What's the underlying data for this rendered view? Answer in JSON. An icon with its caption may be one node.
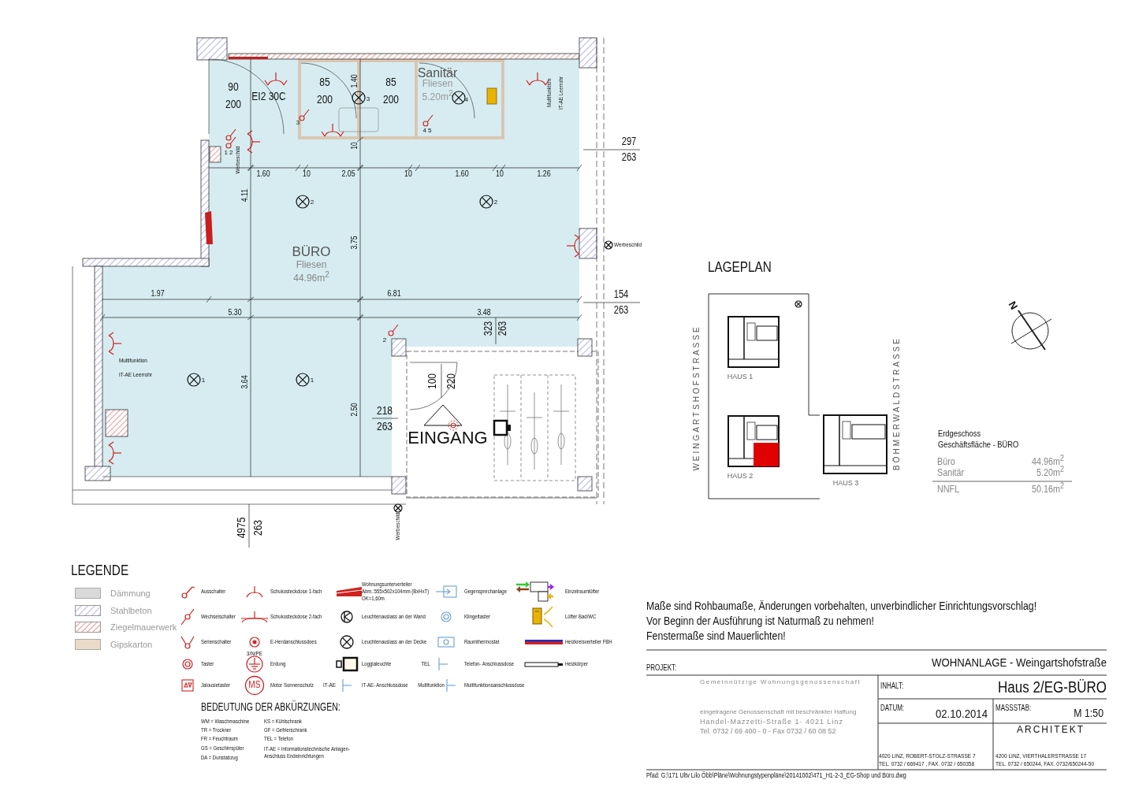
{
  "diagram": {
    "nodes": [
      {
        "text": [
          "BÜRO",
          "Fliesen 44.96m$^{2}$"
        ]
      },
      {
        "text": [
          "Sanitär",
          "Fliesen 5.20m$^{2}$"
        ]
      },
      {
        "text": [
          "EINGANG"
        ]
      },
      {
        "text": [
          "HAUS 1"
        ]
      },
      {
        "text": [
          "HAUS 2"
        ]
      },
      {
        "text": [
          "HAUS 3"
        ]
      }
    ],
    "labels": [
      "90",
      "200",
      "EI2 30C",
      "85",
      "200",
      "1.40",
      "3",
      "85",
      "200",
      "4",
      "3",
      "4 5",
      "1 2",
      "Werbeschild",
      "10",
      "1.60",
      "10",
      "2.05",
      "10",
      "1.60",
      "10",
      "1.26",
      "297",
      "263",
      "4.11",
      "2",
      "2",
      "3.75",
      "Werbeschild",
      "Multifunktion",
      "IT-AE Leerrohr",
      "1.97",
      "6.81",
      "154",
      "5.30",
      "3.48",
      "263",
      "323",
      "263",
      "2",
      "Multifunktion",
      "IT-AE Leerrohr",
      "1",
      "1",
      "3.64",
      "2.50",
      "100",
      "220",
      "218",
      "263",
      "4975",
      "263",
      "Werbeschild",
      "LAGEPLAN",
      "WEINGARTSHOFSTRASSE",
      "BÖHMERWALDSTRASSE",
      "N",
      "Erdgeschoss",
      "Geschäftsfläche - BÜRO",
      "Büro",
      "44.96m$^{2}$",
      "Sanitär",
      "5.20m$^{2}$",
      "NNFL",
      "50.16m$^{2}$",
      "LEGENDE",
      "3/N/PE",
      "TEL",
      "IT-AE",
      "MS",
      "Multifunktion",
      "BEDEUTUNG DER ABKÜRZUNGEN:",
      "WM = Waschmaschine",
      "KS = Kühlschrank",
      "TR = Trockner",
      "GF = Gefrierschrank",
      "FR = Feuchtraum",
      "TEL = Telefon",
      "GS = Geschirrspüler",
      "IT-AE = Informationstechnische Anlagen- Anschluss Endeinrichtungen",
      "DA = Dunstabzug",
      "Maße sind Rohbaumaße, Änderungen vorbehalten, unverbindlicher Einrichtungsvorschlag!",
      "Vor Beginn der Ausführung ist Naturmaß zu nehmen!",
      "Fenstermaße sind Mauerlichten!",
      "PROJEKT:",
      "WOHNANLAGE - Weingartshofstraße",
      "Gemeinnützige Wohnungsgenossenschaft",
      "eingetragene Genossenschaft mit beschränkter Haftung",
      "Handel-Mazzetti-Straße 1· 4021 Linz",
      "Tel. 0732 / 69 400 - 0 - Fax 0732 / 60 08 52",
      "INHALT:",
      "Haus 2/EG-BÜRO",
      "DATUM:",
      "02.10.2014",
      "MASSSTAB:",
      "M 1:50",
      "ARCHITEKT",
      "4020 LINZ, ROBERT-STOLZ-STRASSE 7",
      "TEL. 0732 / 669417 , FAX. 0732 / 650358",
      "4200 LINZ, VIERTHALERSTRASSE 17",
      "TEL. 0732 / 650244, FAX. 0732/650244-50",
      "Pfad: G:\\171 Ultv Lilo Öbb\\Pläne\\Wohnungstypenpläne\\20141002\\471_H1-2-3_EG-Shop und Büro.dwg"
    ],
    "legend": [
      {
        "text": "Dämmung",
        "color": "#d9d9d9"
      },
      {
        "text": "Stahlbeton"
      },
      {
        "text": "Ziegelmauerwerk"
      },
      {
        "text": "Gipskarton",
        "color": "#eadbc8"
      },
      {
        "text": "Ausschalter"
      },
      {
        "text": "Schukosteckdose 1-fach"
      },
      {
        "text": "Wohnungsunterverteiler Abm.:555x502x104mm (BxHxT) OK=1,60m"
      },
      {
        "text": "Gegensprechanlage"
      },
      {
        "text": "Einzelraumlüfter"
      },
      {
        "text": "Wechselschalter"
      },
      {
        "text": "Schukosteckdose 2-fach"
      },
      {
        "text": "Leuchtenauslass an der Wand"
      },
      {
        "text": "Klingeltaster"
      },
      {
        "text": "Lüfter Bad/WC"
      },
      {
        "text": "Serienschalter"
      },
      {
        "text": "E-Herdanschlussdoes"
      },
      {
        "text": "Leuchtenauslass an der Decke"
      },
      {
        "text": "Raumthermostat"
      },
      {
        "text": "Heizkreisverteiler FBH"
      },
      {
        "text": "Taster"
      },
      {
        "text": "Erdung"
      },
      {
        "text": "Loggialeuchte"
      },
      {
        "text": "Telefon- Anschlussdose"
      },
      {
        "text": "Heizkörper"
      },
      {
        "text": "Jalousietaster"
      },
      {
        "text": "Motor Sonnenschutz"
      },
      {
        "text": "IT-AE- Anschlussdose"
      },
      {
        "text": "Multifunktionsanschlussdose"
      }
    ]
  }
}
